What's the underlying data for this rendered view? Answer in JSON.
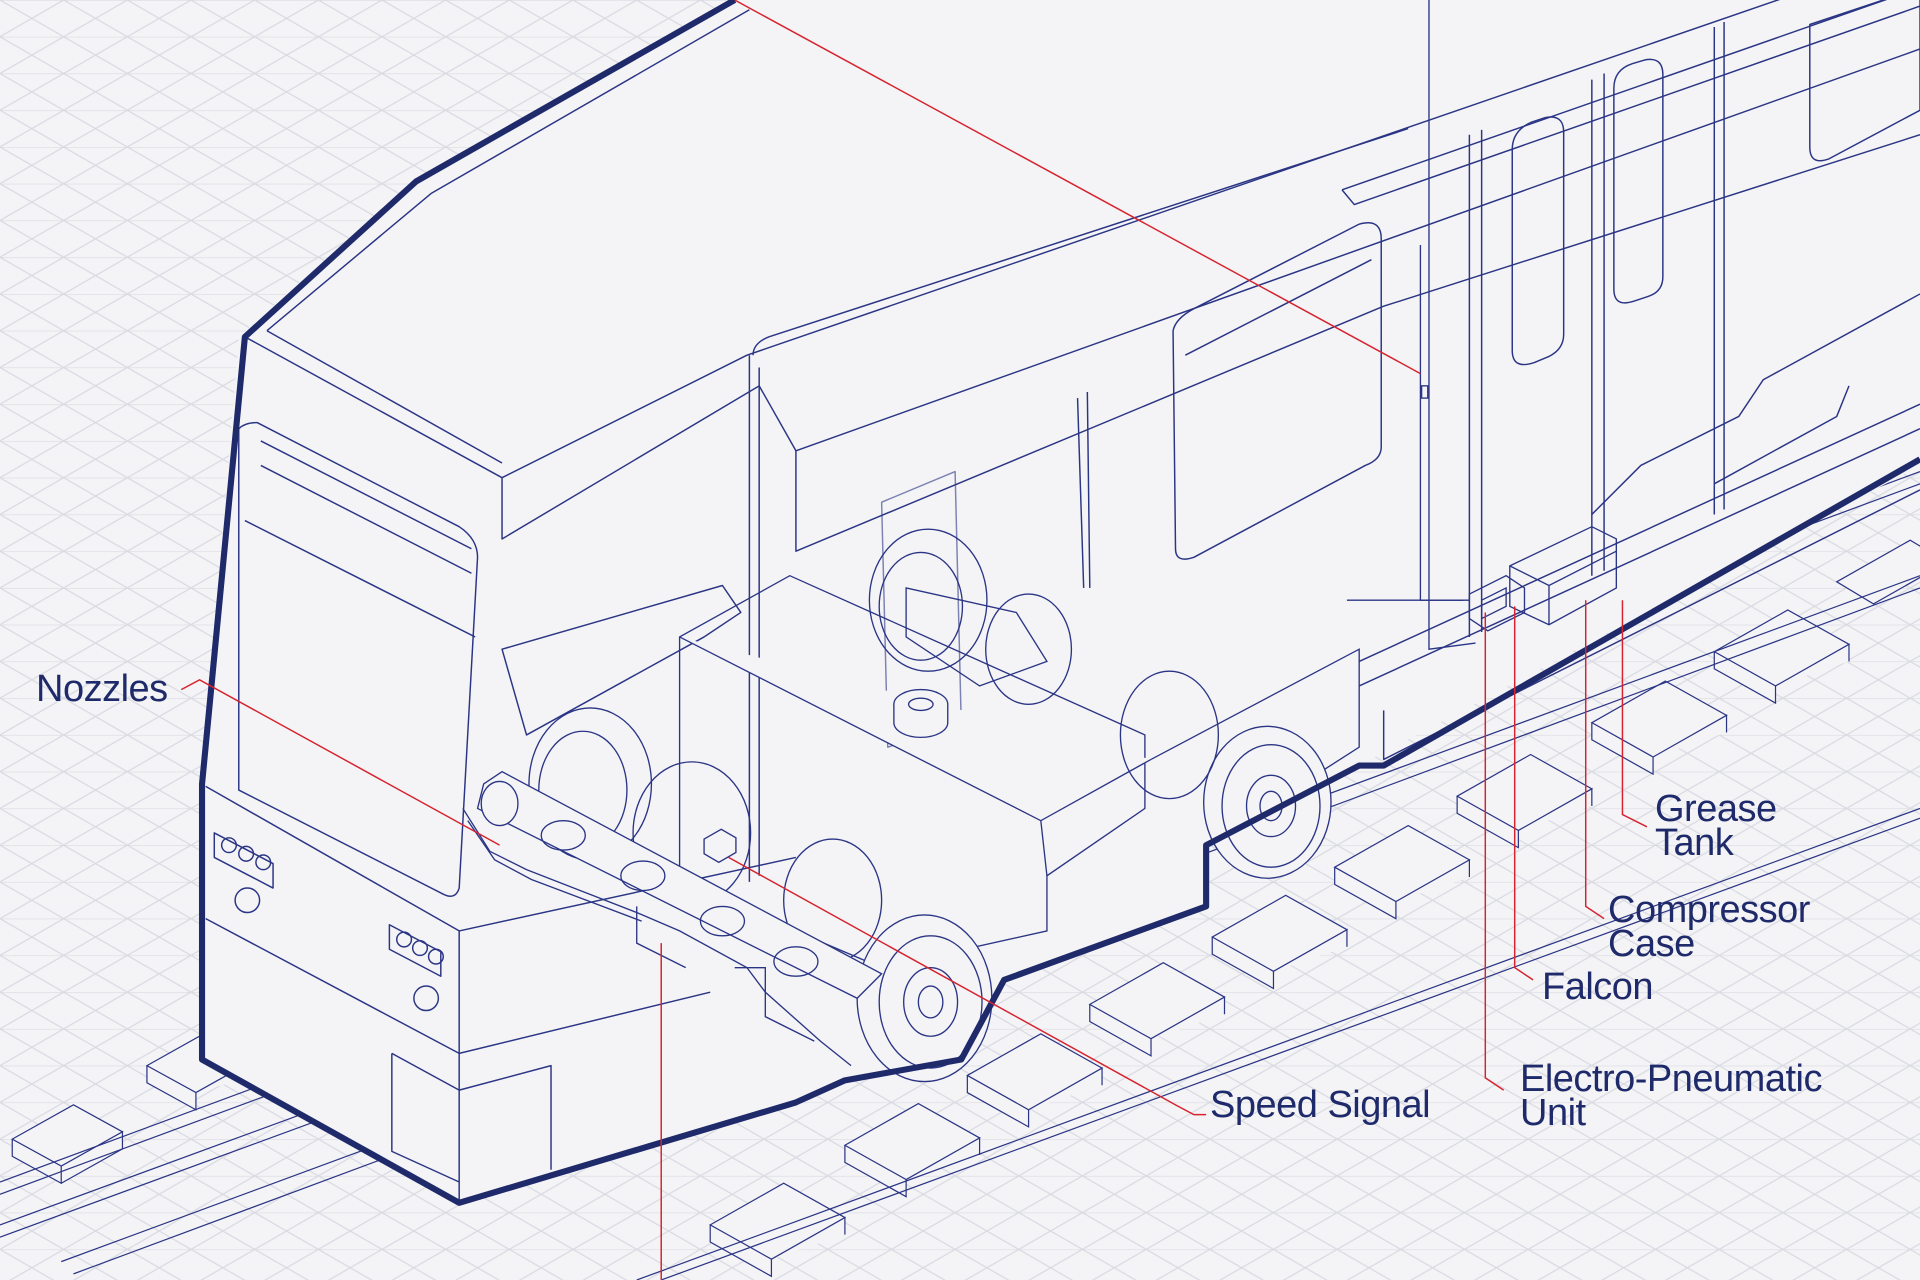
{
  "colors": {
    "background": "#f4f4f6",
    "grid": "#d9dae2",
    "outline": "#1f2a6b",
    "thin_line": "#2b3585",
    "leader": "#d6232e",
    "label": "#1f2a6b"
  },
  "callouts": {
    "nozzles": {
      "lines": [
        "Nozzles"
      ]
    },
    "speed_signal": {
      "lines": [
        "Speed Signal"
      ]
    },
    "grease_tank": {
      "lines": [
        "Grease",
        "Tank"
      ]
    },
    "compressor_case": {
      "lines": [
        "Compressor",
        "Case"
      ]
    },
    "falcon": {
      "lines": [
        "Falcon"
      ]
    },
    "electro_pneumatic_unit": {
      "lines": [
        "Electro-Pneumatic",
        "Unit"
      ]
    }
  }
}
